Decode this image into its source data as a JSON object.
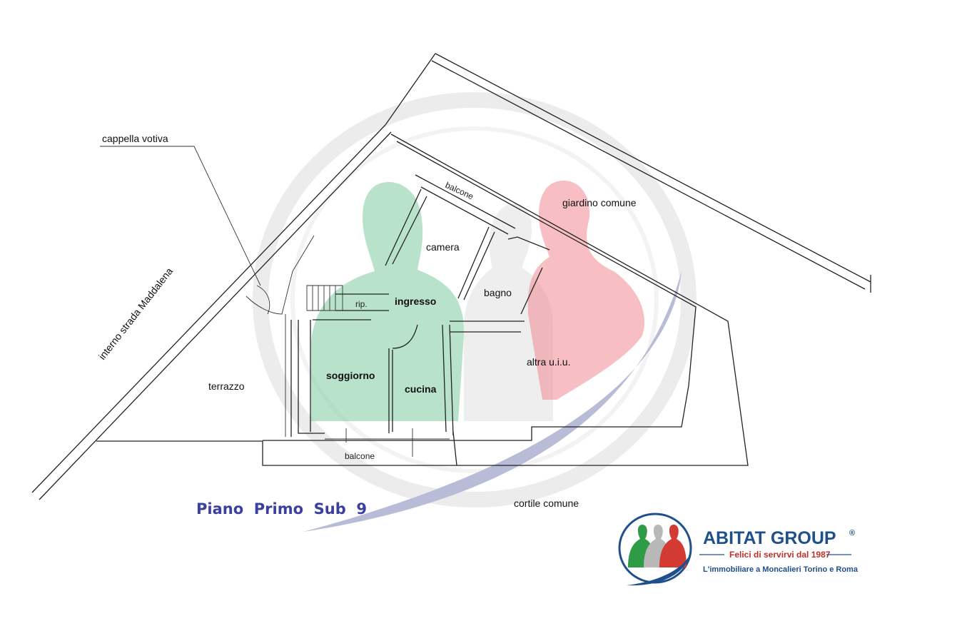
{
  "title": "Piano  Primo  Sub  9",
  "rooms": {
    "camera": "camera",
    "bagno": "bagno",
    "ingresso": "ingresso",
    "rip": "rip.",
    "soggiorno": "soggiorno",
    "cucina": "cucina",
    "altra_uiu": "altra u.i.u.",
    "terrazzo": "terrazzo",
    "balcone_top": "balcone",
    "balcone_bottom": "balcone",
    "giardino": "giardino comune",
    "cortile": "cortile comune",
    "cappella": "cappella votiva",
    "strada": "interno strada Maddalena"
  },
  "logo": {
    "name": "ABITAT GROUP",
    "registered": "®",
    "tagline": "Felici di servirvi dal 1987",
    "subtitle": "L'immobiliare a Moncalieri Torino e Roma"
  },
  "colors": {
    "apartment_fill": "#7fcaa0",
    "red_figure": "#ee8f95",
    "title": "#3a3fa0",
    "brand_blue": "#20508c",
    "brand_red": "#c0302a"
  }
}
